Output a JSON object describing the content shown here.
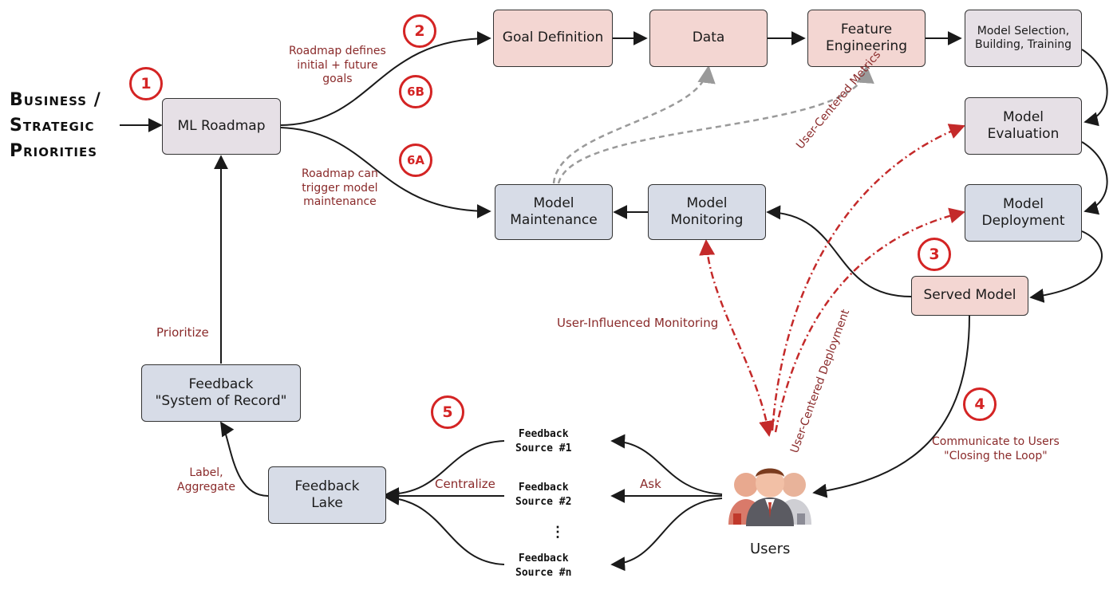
{
  "business": {
    "line1": "Business /",
    "line2": "Strategic",
    "line3": "Priorities"
  },
  "boxes": {
    "ml_roadmap": "ML Roadmap",
    "goal_definition": "Goal Definition",
    "data": "Data",
    "feature_engineering": {
      "line1": "Feature",
      "line2": "Engineering"
    },
    "model_selection": {
      "line1": "Model Selection,",
      "line2": "Building, Training"
    },
    "model_evaluation": {
      "line1": "Model",
      "line2": "Evaluation"
    },
    "model_deployment": {
      "line1": "Model",
      "line2": "Deployment"
    },
    "served_model": "Served Model",
    "model_monitoring": {
      "line1": "Model",
      "line2": "Monitoring"
    },
    "model_maintenance": {
      "line1": "Model",
      "line2": "Maintenance"
    },
    "feedback_sor": {
      "line1": "Feedback",
      "line2": "\"System of Record\""
    },
    "feedback_lake": {
      "line1": "Feedback",
      "line2": "Lake"
    }
  },
  "numbers": {
    "n1": "1",
    "n2": "2",
    "n3": "3",
    "n4": "4",
    "n5": "5",
    "n6a": "6A",
    "n6b": "6B"
  },
  "labels": {
    "roadmap_defines": {
      "line1": "Roadmap defines",
      "line2": "initial + future",
      "line3": "goals"
    },
    "roadmap_trigger": {
      "line1": "Roadmap can",
      "line2": "trigger model",
      "line3": "maintenance"
    },
    "user_centered_metrics": "User-Centered Metrics",
    "user_centered_deployment": "User-Centered Deployment",
    "user_influenced_monitoring": "User-Influenced Monitoring",
    "communicate": {
      "line1": "Communicate to Users",
      "line2": "\"Closing the Loop\""
    },
    "prioritize": "Prioritize",
    "label_aggregate": {
      "line1": "Label,",
      "line2": "Aggregate"
    },
    "centralize": "Centralize",
    "ask": "Ask"
  },
  "sources": {
    "s1": {
      "line1": "Feedback",
      "line2": "Source #1"
    },
    "s2": {
      "line1": "Feedback",
      "line2": "Source #2"
    },
    "ellipsis": "⋮",
    "sn": {
      "line1": "Feedback",
      "line2": "Source #n"
    }
  },
  "users": {
    "label": "Users",
    "icon": "users-group-icon"
  },
  "colors": {
    "pink": "#f3d6d2",
    "blue": "#d7dce7",
    "lavender": "#e6e0e6",
    "red_accent": "#d42424",
    "label_red": "#8a2a2a",
    "arrow_dark": "#1a1a1a",
    "dashed_gray": "#9a9a9a"
  }
}
